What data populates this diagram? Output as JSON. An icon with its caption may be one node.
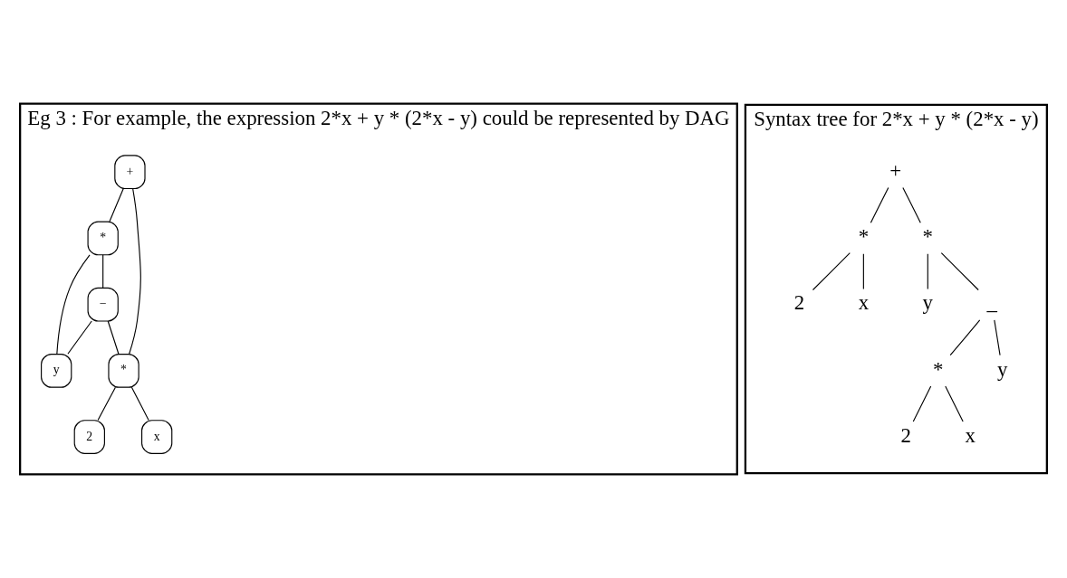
{
  "diagram": {
    "nodes": [
      {
        "text": [
          "Eg 3 : For example, the expression 2*x + y * (2*x - y) could be represented by DAG"
        ]
      },
      {
        "text": [
          "+"
        ],
        "in": 0
      },
      {
        "text": [
          "*"
        ],
        "in": 0
      },
      {
        "text": [
          "−"
        ],
        "in": 0
      },
      {
        "text": [
          "*"
        ],
        "in": 0
      },
      {
        "text": [
          "y"
        ],
        "in": 0
      },
      {
        "text": [
          "2"
        ],
        "in": 0
      },
      {
        "text": [
          "x"
        ],
        "in": 0
      },
      {
        "text": [
          "Syntax tree for 2*x + y * (2*x - y)"
        ]
      },
      {
        "text": [
          "+"
        ],
        "in": 8
      },
      {
        "text": [
          "*"
        ],
        "in": 8
      },
      {
        "text": [
          "*"
        ],
        "in": 8
      },
      {
        "text": [
          "2"
        ],
        "in": 8
      },
      {
        "text": [
          "x"
        ],
        "in": 8
      },
      {
        "text": [
          "y"
        ],
        "in": 8
      },
      {
        "text": [
          "_"
        ],
        "in": 8
      },
      {
        "text": [
          "*"
        ],
        "in": 8
      },
      {
        "text": [
          "y"
        ],
        "in": 8
      },
      {
        "text": [
          "2"
        ],
        "in": 8
      },
      {
        "text": [
          "x"
        ],
        "in": 8
      }
    ],
    "edges": [
      {
        "from": 1,
        "to": 2,
        "arrow": "none"
      },
      {
        "from": 1,
        "to": 4,
        "arrow": "none"
      },
      {
        "from": 2,
        "to": 3,
        "arrow": "none"
      },
      {
        "from": 2,
        "to": 5,
        "arrow": "none"
      },
      {
        "from": 3,
        "to": 4,
        "arrow": "none"
      },
      {
        "from": 3,
        "to": 5,
        "arrow": "none"
      },
      {
        "from": 4,
        "to": 6,
        "arrow": "none"
      },
      {
        "from": 4,
        "to": 7,
        "arrow": "none"
      },
      {
        "from": 9,
        "to": 10,
        "arrow": "none"
      },
      {
        "from": 9,
        "to": 11,
        "arrow": "none"
      },
      {
        "from": 10,
        "to": 12,
        "arrow": "none"
      },
      {
        "from": 10,
        "to": 13,
        "arrow": "none"
      },
      {
        "from": 11,
        "to": 14,
        "arrow": "none"
      },
      {
        "from": 11,
        "to": 15,
        "arrow": "none"
      },
      {
        "from": 15,
        "to": 16,
        "arrow": "none"
      },
      {
        "from": 15,
        "to": 17,
        "arrow": "none"
      },
      {
        "from": 16,
        "to": 18,
        "arrow": "none"
      },
      {
        "from": 16,
        "to": 19,
        "arrow": "none"
      }
    ]
  }
}
